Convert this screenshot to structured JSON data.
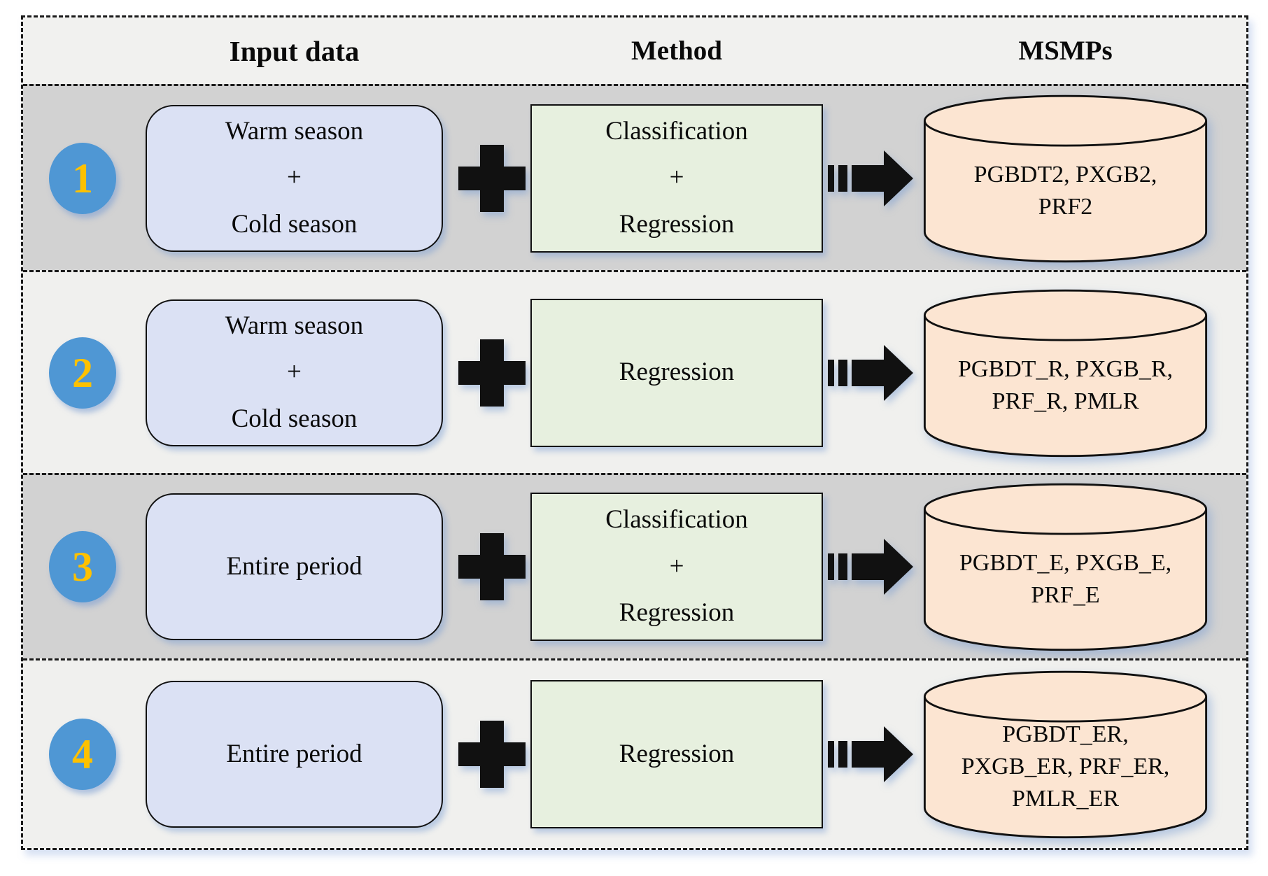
{
  "header": {
    "columns": {
      "input": "Input data",
      "method": "Method",
      "msmps": "MSMPs"
    }
  },
  "rows": [
    {
      "num": "1",
      "shade": "dark",
      "input": "Warm season\n+\nCold season",
      "method": "Classification\n+\nRegression",
      "msmps": "PGBDT2, PXGB2,\nPRF2"
    },
    {
      "num": "2",
      "shade": "light",
      "input": "Warm season\n+\nCold season",
      "method": "Regression",
      "msmps": "PGBDT_R, PXGB_R,\nPRF_R, PMLR"
    },
    {
      "num": "3",
      "shade": "dark",
      "input": "Entire period",
      "method": "Classification\n+\nRegression",
      "msmps": "PGBDT_E, PXGB_E,\nPRF_E"
    },
    {
      "num": "4",
      "shade": "light",
      "input": "Entire period",
      "method": "Regression",
      "msmps": "PGBDT_ER,\nPXGB_ER, PRF_ER,\nPMLR_ER"
    }
  ],
  "icons": {
    "plus": "plus-connector",
    "arrow": "striped-right-arrow",
    "cylinder": "database-cylinder"
  },
  "colors": {
    "band_dark": "#d2d2d2",
    "band_light": "#f0f0ee",
    "header_bg": "#f1f1ef",
    "circle_blue": "#4f97d4",
    "number_gold": "#fec100",
    "input_lavender": "#dbe1f4",
    "method_green": "#e7f0df",
    "cylinder_peach": "#fce5d2",
    "line_black": "#1a1a1a"
  }
}
